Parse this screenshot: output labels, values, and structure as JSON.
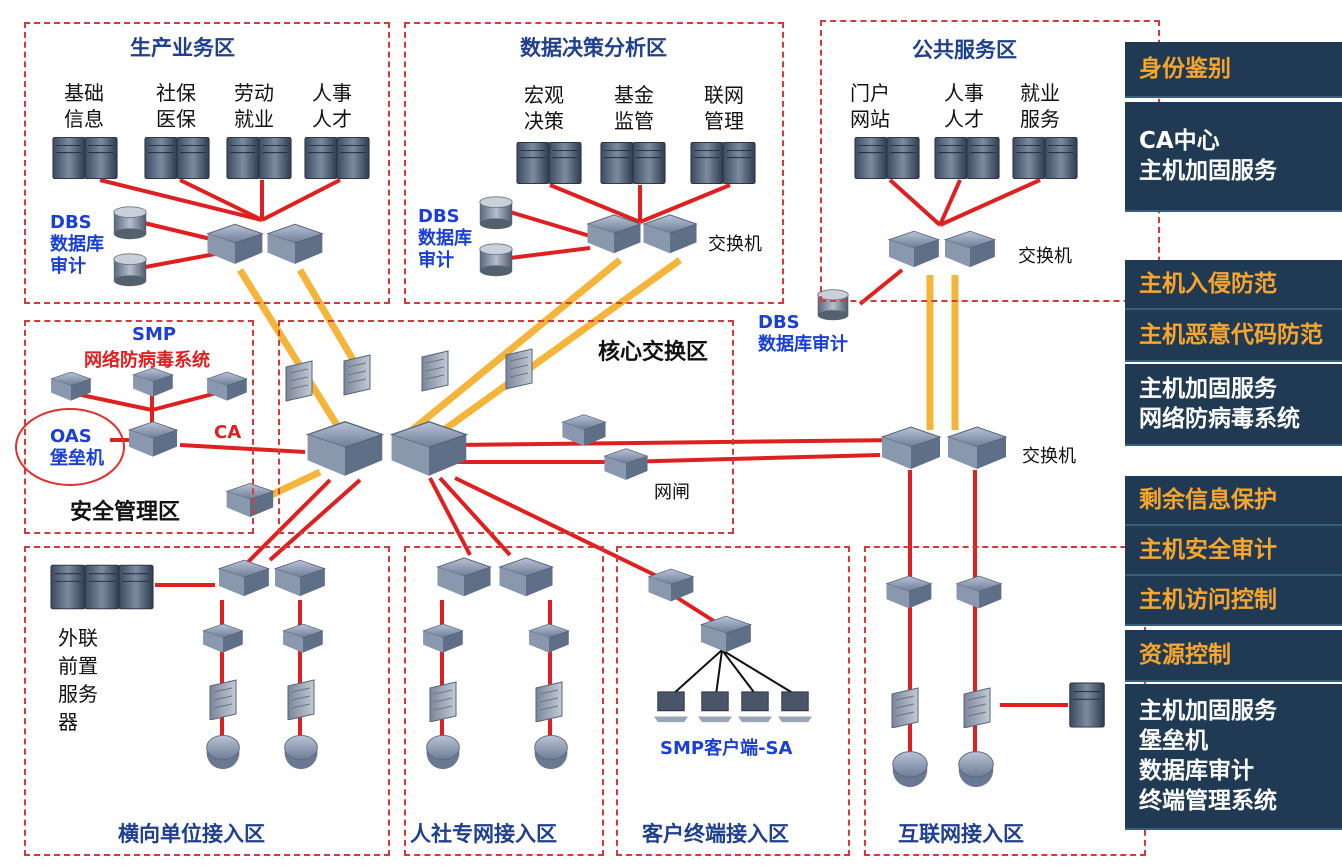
{
  "zones": {
    "production": {
      "title": "生产业务区",
      "nodes": [
        "基础\n信息",
        "社保\n医保",
        "劳动\n就业",
        "人事\n人才"
      ],
      "dbs": "DBS\n数据库\n审计"
    },
    "decision": {
      "title": "数据决策分析区",
      "nodes": [
        "宏观\n决策",
        "基金\n监管",
        "联网\n管理"
      ],
      "dbs": "DBS\n数据库\n审计",
      "switch_label": "交换机"
    },
    "public": {
      "title": "公共服务区",
      "nodes": [
        "门户\n网站",
        "人事\n人才",
        "就业\n服务"
      ],
      "switch_label": "交换机",
      "dbs": "DBS\n数据库审计"
    },
    "security": {
      "title": "安全管理区",
      "smp": "SMP",
      "antivirus": "网络防病毒系统",
      "oas": "OAS\n堡垒机",
      "ca": "CA"
    },
    "core": {
      "title": "核心交换区",
      "gateway_label": "网闸",
      "switch_label": "交换机"
    },
    "horizontal": {
      "title": "横向单位接入区",
      "server_label": "外联\n前置\n服务\n器"
    },
    "social": {
      "title": "人社专网接入区"
    },
    "client": {
      "title": "客户终端接入区",
      "smp_client": "SMP客户端-SA"
    },
    "internet": {
      "title": "互联网接入区"
    }
  },
  "panels": [
    {
      "text": "身份鉴别",
      "color": "orange"
    },
    {
      "text": "CA中心\n主机加固服务",
      "color": "white"
    },
    {
      "text": "主机入侵防范",
      "color": "orange"
    },
    {
      "text": "主机恶意代码防范",
      "color": "orange"
    },
    {
      "text": "主机加固服务\n网络防病毒系统",
      "color": "white"
    },
    {
      "text": "剩余信息保护",
      "color": "orange"
    },
    {
      "text": "主机安全审计",
      "color": "orange"
    },
    {
      "text": "主机访问控制",
      "color": "orange"
    },
    {
      "text": "资源控制",
      "color": "orange"
    },
    {
      "text": "主机加固服务\n堡垒机\n数据库审计\n终端管理系统",
      "color": "white"
    }
  ],
  "colors": {
    "zone_border": "#d43a3a",
    "link_red": "#e02020",
    "link_yellow": "#f5b43a",
    "title_blue": "#1f3f8f",
    "label_blue": "#1a3fd6",
    "panel_bg": "#1f3a52",
    "panel_orange": "#f7a52c"
  }
}
